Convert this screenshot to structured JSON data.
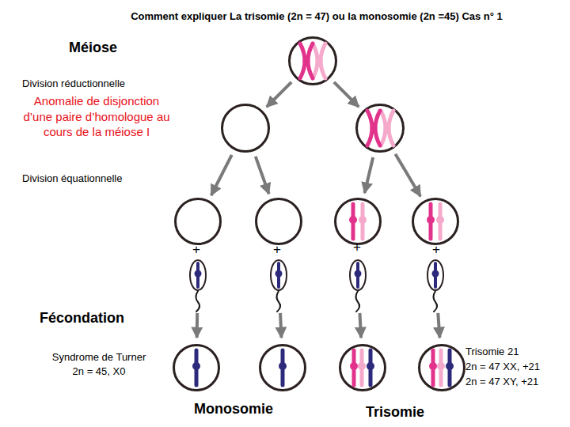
{
  "diagram": {
    "title": "Comment expliquer La trisomie (2n = 47) ou la monosomie (2n =45) Cas n° 1",
    "nodes": [
      {
        "text": []
      },
      {
        "text": []
      },
      {
        "text": []
      },
      {
        "text": []
      },
      {
        "text": []
      },
      {
        "text": []
      },
      {
        "text": []
      },
      {
        "text": []
      },
      {
        "text": []
      },
      {
        "text": []
      },
      {
        "text": []
      },
      {
        "text": []
      },
      {
        "text": []
      },
      {
        "text": []
      },
      {
        "text": []
      }
    ],
    "edges": [
      {
        "from": 0,
        "to": 1,
        "arrow": "to"
      },
      {
        "from": 0,
        "to": 2,
        "arrow": "to"
      },
      {
        "from": 1,
        "to": 3,
        "arrow": "to"
      },
      {
        "from": 1,
        "to": 4,
        "arrow": "to"
      },
      {
        "from": 2,
        "to": 5,
        "arrow": "to"
      },
      {
        "from": 2,
        "to": 6,
        "arrow": "to"
      },
      {
        "from": 7,
        "to": 11,
        "arrow": "to"
      },
      {
        "from": 8,
        "to": 12,
        "arrow": "to"
      },
      {
        "from": 9,
        "to": 13,
        "arrow": "to"
      },
      {
        "from": 10,
        "to": 14,
        "arrow": "to"
      }
    ],
    "labels": [
      "Méiose",
      "Division réductionnelle",
      "Anomalie de disjonction d’une paire d’homologue au cours de la méiose I",
      "Division équationnelle",
      "+",
      "+",
      "+",
      "+",
      "Fécondation",
      "Syndrome de Turner 2n = 45, X0",
      "Trisomie 21",
      "2n = 47 XX, +21",
      "2n = 47 XY, +21",
      "Monosomie",
      "Trisomie"
    ]
  }
}
